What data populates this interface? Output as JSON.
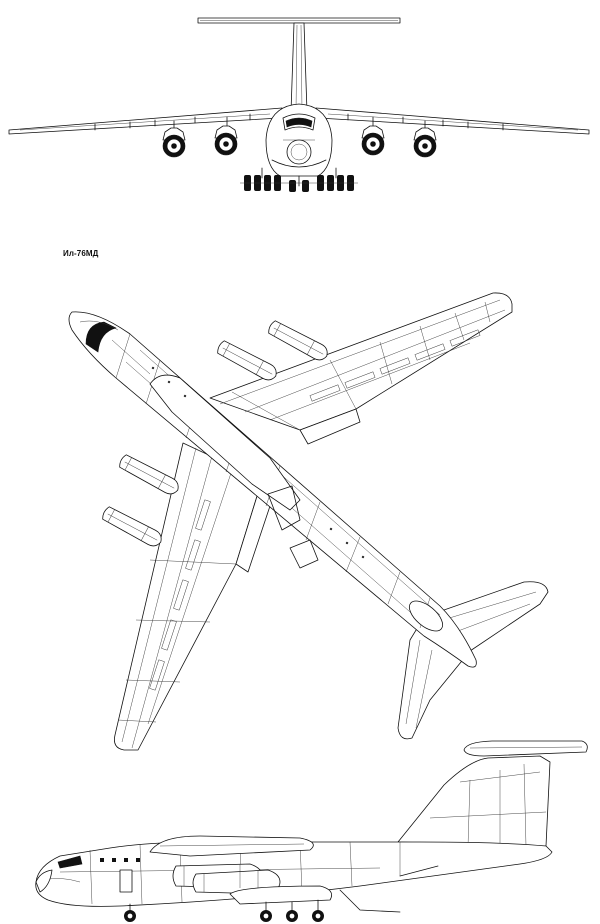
{
  "drawing": {
    "caption": "Ил-76МД",
    "views": [
      "front-view",
      "top-view",
      "side-view"
    ]
  }
}
